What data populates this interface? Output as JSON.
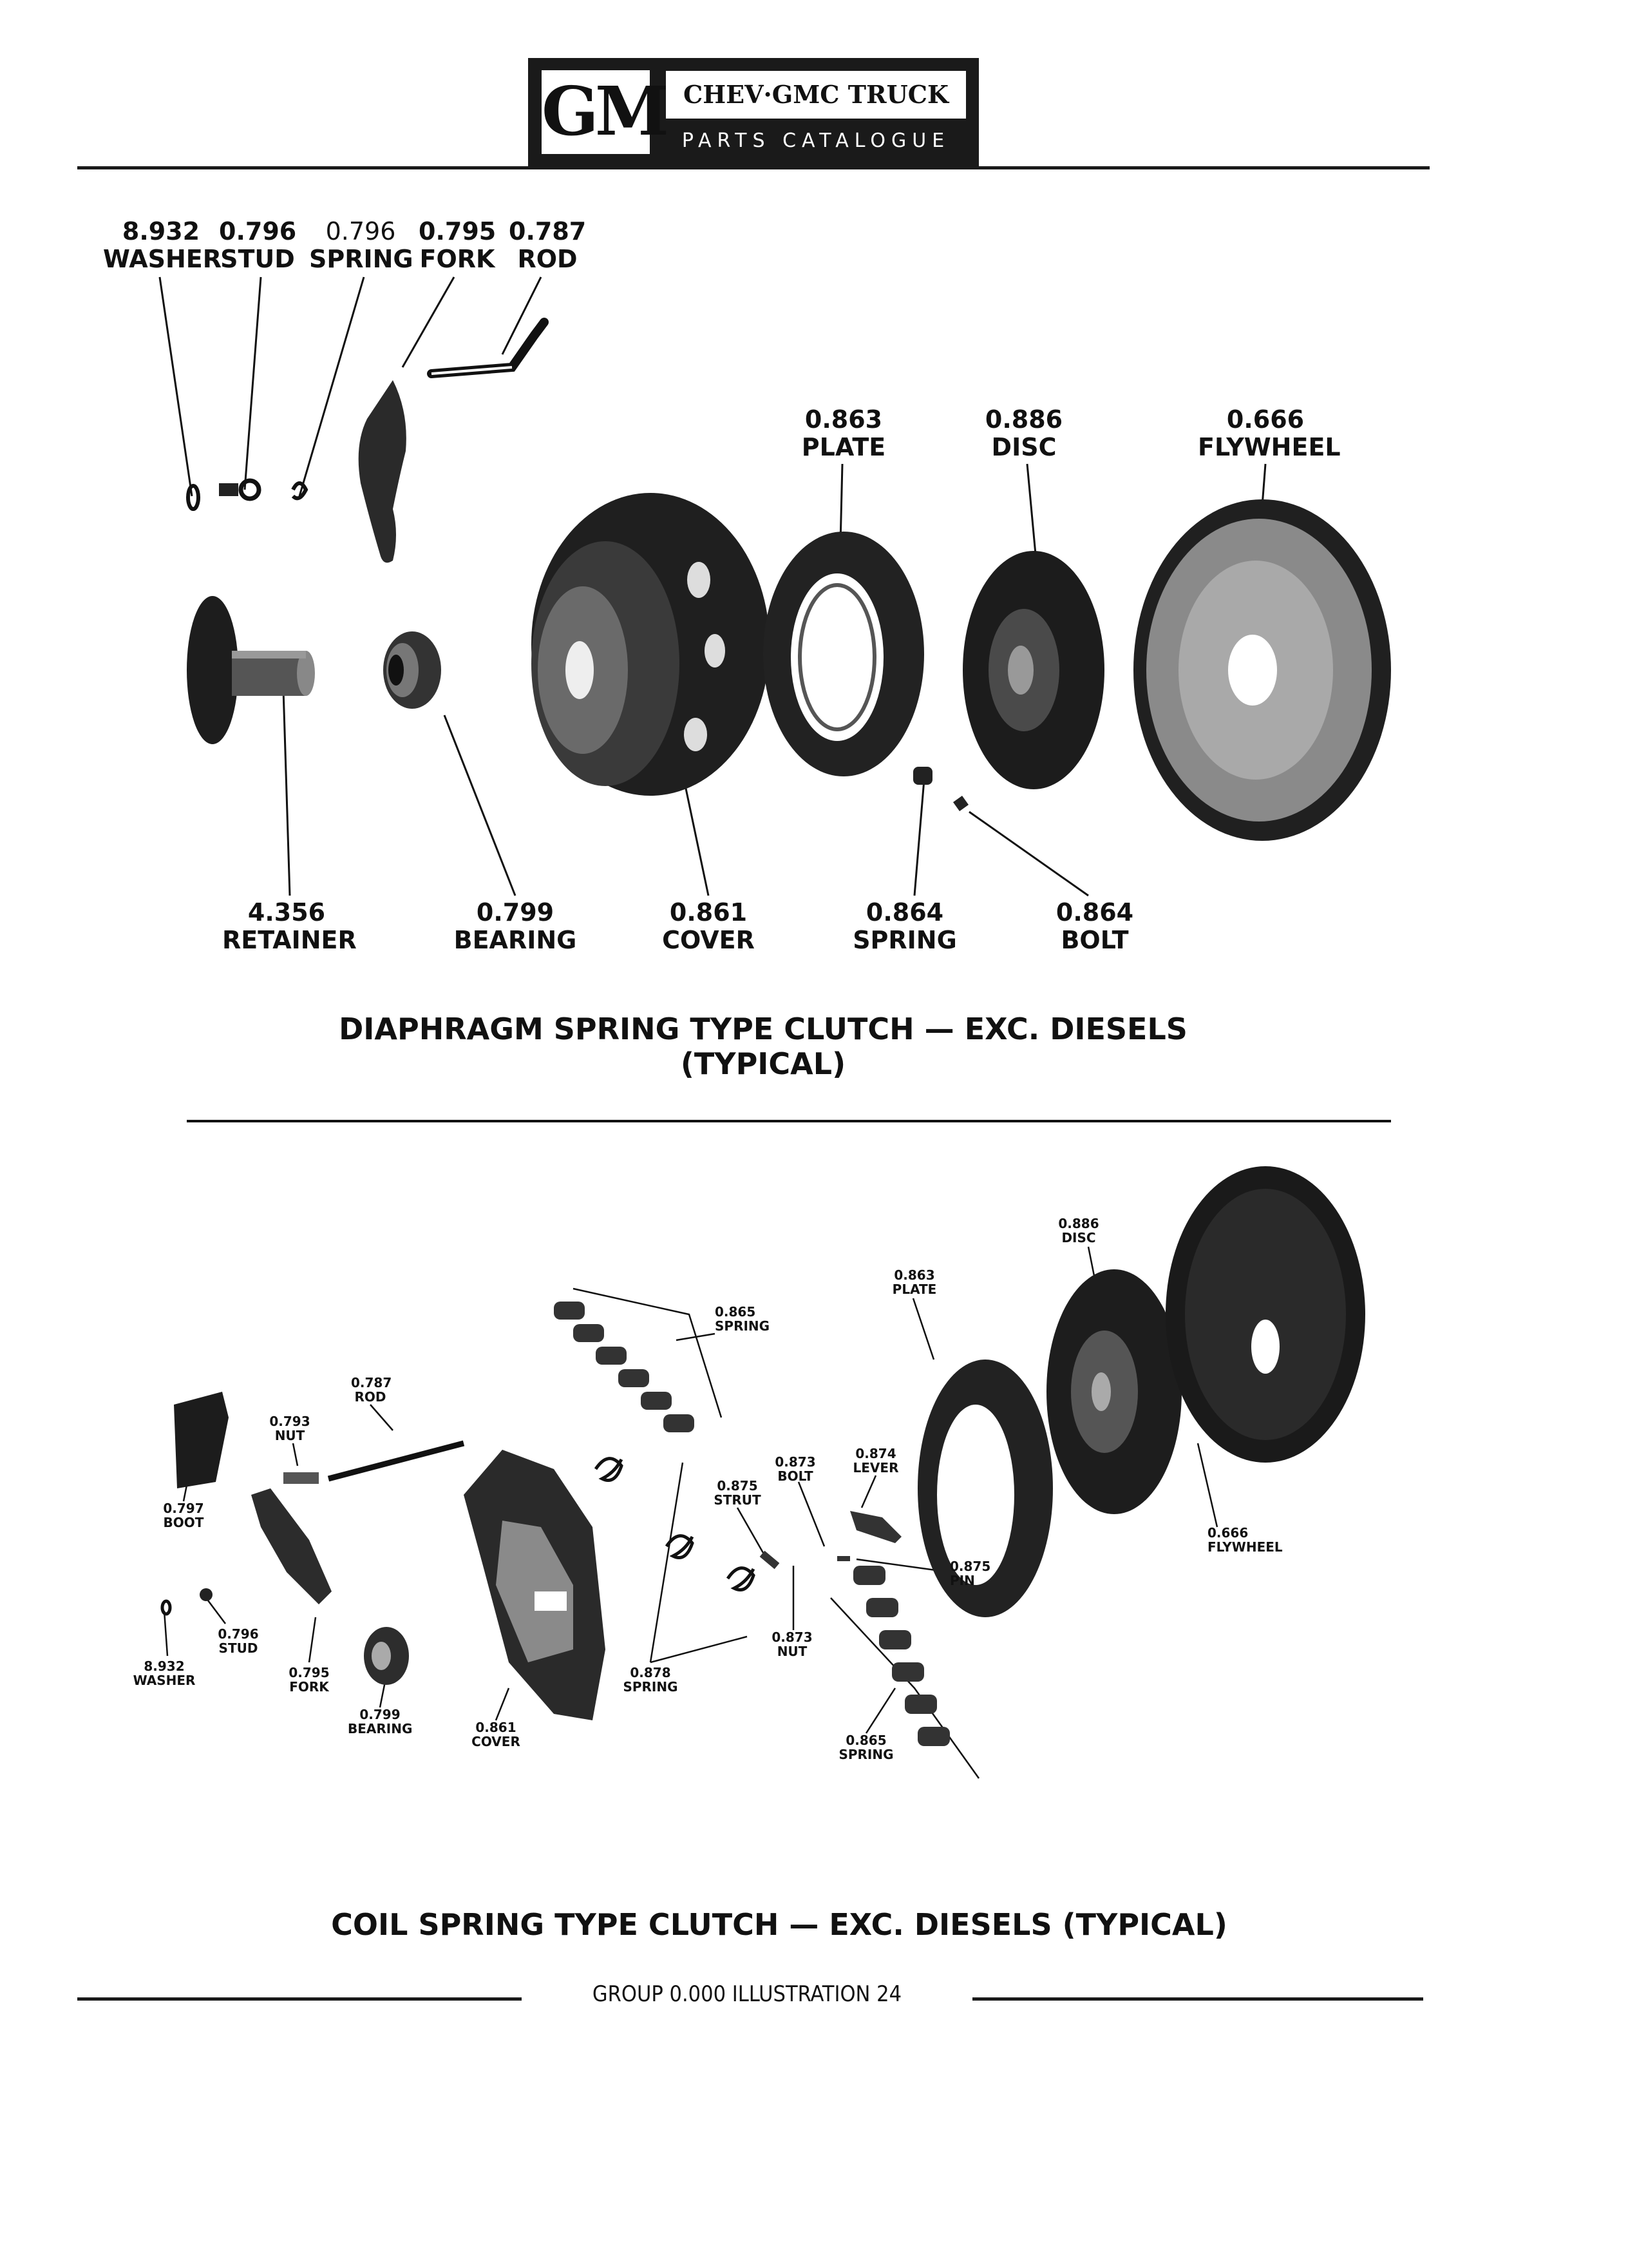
{
  "header": {
    "logo": "GM",
    "title": "CHEV·GMC TRUCK",
    "subtitle": "PARTS CATALOGUE"
  },
  "diagram1": {
    "caption_line1": "DIAPHRAGM SPRING TYPE CLUTCH — EXC. DIESELS",
    "caption_line2": "(TYPICAL)",
    "parts": [
      {
        "num": "8.932",
        "name": "WASHER"
      },
      {
        "num": "0.796",
        "name": "STUD"
      },
      {
        "num": "0.796",
        "name": "SPRING"
      },
      {
        "num": "0.795",
        "name": "FORK"
      },
      {
        "num": "0.787",
        "name": "ROD"
      },
      {
        "num": "0.863",
        "name": "PLATE"
      },
      {
        "num": "0.886",
        "name": "DISC"
      },
      {
        "num": "0.666",
        "name": "FLYWHEEL"
      },
      {
        "num": "4.356",
        "name": "RETAINER"
      },
      {
        "num": "0.799",
        "name": "BEARING"
      },
      {
        "num": "0.861",
        "name": "COVER"
      },
      {
        "num": "0.864",
        "name": "SPRING"
      },
      {
        "num": "0.864",
        "name": "BOLT"
      }
    ]
  },
  "diagram2": {
    "caption": "COIL SPRING TYPE CLUTCH — EXC. DIESELS (TYPICAL)",
    "parts": [
      {
        "num": "0.886",
        "name": "DISC"
      },
      {
        "num": "0.863",
        "name": "PLATE"
      },
      {
        "num": "0.865",
        "name": "SPRING"
      },
      {
        "num": "0.787",
        "name": "ROD"
      },
      {
        "num": "0.793",
        "name": "NUT"
      },
      {
        "num": "0.874",
        "name": "LEVER"
      },
      {
        "num": "0.873",
        "name": "BOLT"
      },
      {
        "num": "0.875",
        "name": "STRUT"
      },
      {
        "num": "0.797",
        "name": "BOOT"
      },
      {
        "num": "0.666",
        "name": "FLYWHEEL"
      },
      {
        "num": "0.875",
        "name": "PIN"
      },
      {
        "num": "0.796",
        "name": "STUD"
      },
      {
        "num": "0.873",
        "name": "NUT"
      },
      {
        "num": "8.932",
        "name": "WASHER"
      },
      {
        "num": "0.795",
        "name": "FORK"
      },
      {
        "num": "0.878",
        "name": "SPRING"
      },
      {
        "num": "0.799",
        "name": "BEARING"
      },
      {
        "num": "0.861",
        "name": "COVER"
      },
      {
        "num": "0.865",
        "name": "SPRING"
      }
    ]
  },
  "footer": {
    "text": "GROUP 0.000 ILLUSTRATION 24"
  }
}
